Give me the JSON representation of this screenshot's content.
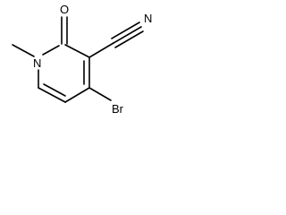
{
  "molecule": {
    "atoms": {
      "n1": "N",
      "o1": "O",
      "n2": "N",
      "br": "Br"
    }
  },
  "colors": {
    "bond": "#000000",
    "label": "#000000",
    "background": "#ffffff"
  }
}
